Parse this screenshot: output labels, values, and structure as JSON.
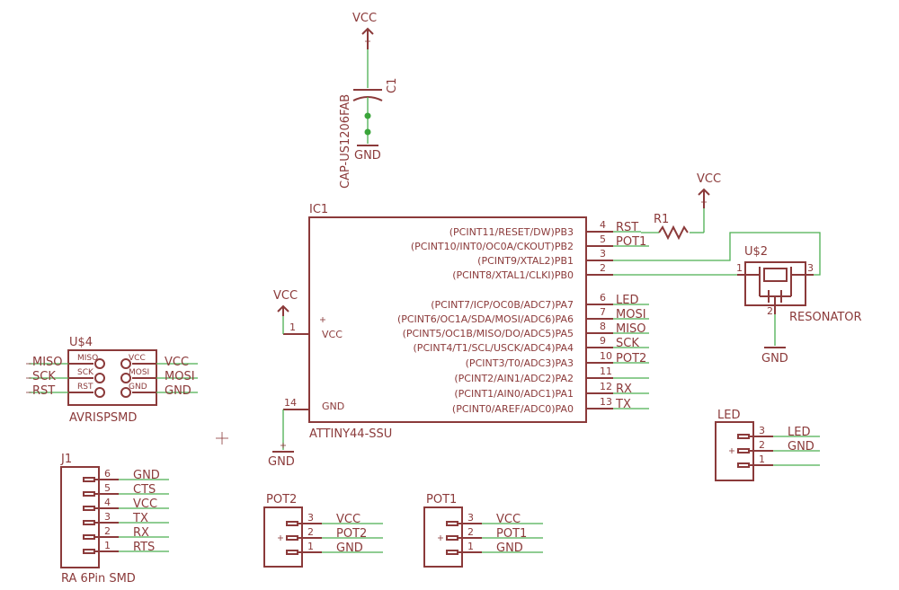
{
  "power": {
    "vcc": "VCC",
    "gnd": "GND"
  },
  "c1": {
    "name": "C1",
    "value": "CAP-US1206FAB"
  },
  "r1": {
    "name": "R1"
  },
  "ic1": {
    "name": "IC1",
    "value": "ATTINY44-SSU",
    "right_pins": [
      {
        "label": "(PCINT11/RESET/DW)PB3",
        "num": "4",
        "net": "RST"
      },
      {
        "label": "(PCINT10/INT0/OC0A/CKOUT)PB2",
        "num": "5",
        "net": "POT1"
      },
      {
        "label": "(PCINT9/XTAL2)PB1",
        "num": "3",
        "net": ""
      },
      {
        "label": "(PCINT8/XTAL1/CLKI)PB0",
        "num": "2",
        "net": ""
      },
      {
        "label": "(PCINT7/ICP/OC0B/ADC7)PA7",
        "num": "6",
        "net": "LED"
      },
      {
        "label": "(PCINT6/OC1A/SDA/MOSI/ADC6)PA6",
        "num": "7",
        "net": "MOSI"
      },
      {
        "label": "(PCINT5/OC1B/MISO/DO/ADC5)PA5",
        "num": "8",
        "net": "MISO"
      },
      {
        "label": "(PCINT4/T1/SCL/USCK/ADC4)PA4",
        "num": "9",
        "net": "SCK"
      },
      {
        "label": "(PCINT3/T0/ADC3)PA3",
        "num": "10",
        "net": "POT2"
      },
      {
        "label": "(PCINT2/AIN1/ADC2)PA2",
        "num": "11",
        "net": ""
      },
      {
        "label": "(PCINT1/AIN0/ADC1)PA1",
        "num": "12",
        "net": "RX"
      },
      {
        "label": "(PCINT0/AREF/ADC0)PA0",
        "num": "13",
        "net": "TX"
      }
    ],
    "left_pins": [
      {
        "label": "VCC",
        "num": "1"
      },
      {
        "label": "GND",
        "num": "14"
      }
    ]
  },
  "resonator": {
    "name": "U$2",
    "value": "RESONATOR",
    "pins": [
      "1",
      "2",
      "3"
    ]
  },
  "avrisp": {
    "name": "U$4",
    "value": "AVRISPSMD",
    "left_pins": [
      "MISO",
      "SCK",
      "RST"
    ],
    "right_pins": [
      "VCC",
      "MOSI",
      "GND"
    ],
    "left_nets": [
      "MISO",
      "SCK",
      "RST"
    ],
    "right_nets": [
      "VCC",
      "MOSI",
      "GND"
    ]
  },
  "j1": {
    "name": "J1",
    "value": "RA 6Pin SMD",
    "pins": [
      {
        "num": "6",
        "net": "GND"
      },
      {
        "num": "5",
        "net": "CTS"
      },
      {
        "num": "4",
        "net": "VCC"
      },
      {
        "num": "3",
        "net": "TX"
      },
      {
        "num": "2",
        "net": "RX"
      },
      {
        "num": "1",
        "net": "RTS"
      }
    ]
  },
  "pot2": {
    "name": "POT2",
    "pins": [
      {
        "num": "3",
        "net": "VCC"
      },
      {
        "num": "2",
        "net": "POT2"
      },
      {
        "num": "1",
        "net": "GND"
      }
    ]
  },
  "pot1": {
    "name": "POT1",
    "pins": [
      {
        "num": "3",
        "net": "VCC"
      },
      {
        "num": "2",
        "net": "POT1"
      },
      {
        "num": "1",
        "net": "GND"
      }
    ]
  },
  "led": {
    "name": "LED",
    "pins": [
      {
        "num": "3",
        "net": "LED"
      },
      {
        "num": "2",
        "net": "GND"
      },
      {
        "num": "1",
        "net": ""
      }
    ]
  },
  "colors": {
    "component": "#8b3a3a",
    "wire": "#4caf50",
    "junction": "#3aa53a",
    "background": "#ffffff"
  }
}
